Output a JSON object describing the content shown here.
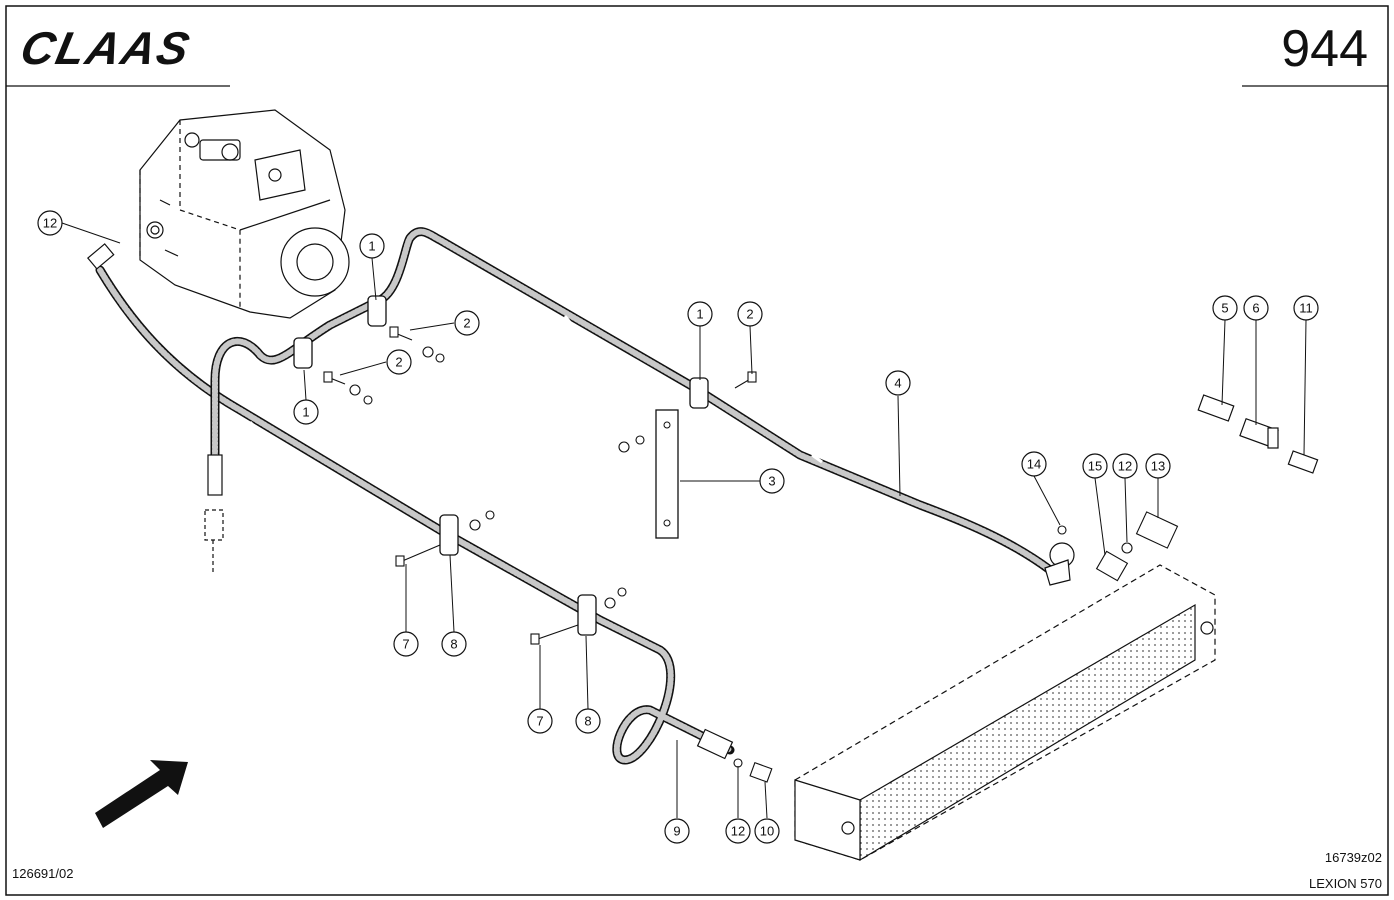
{
  "header": {
    "brand": "CLAAS",
    "page_number": "944"
  },
  "footer": {
    "left_code": "126691/02",
    "drawing_id": "16739z02",
    "model": "LEXION 570"
  },
  "callouts": [
    "12",
    "1",
    "2",
    "2",
    "1",
    "1",
    "2",
    "4",
    "3",
    "5",
    "6",
    "11",
    "14",
    "15",
    "12",
    "13",
    "7",
    "8",
    "7",
    "8",
    "9",
    "12",
    "10"
  ],
  "colors": {
    "line": "#1a1a1a",
    "hose_fill": "#b5b5b5",
    "paper": "#ffffff"
  }
}
